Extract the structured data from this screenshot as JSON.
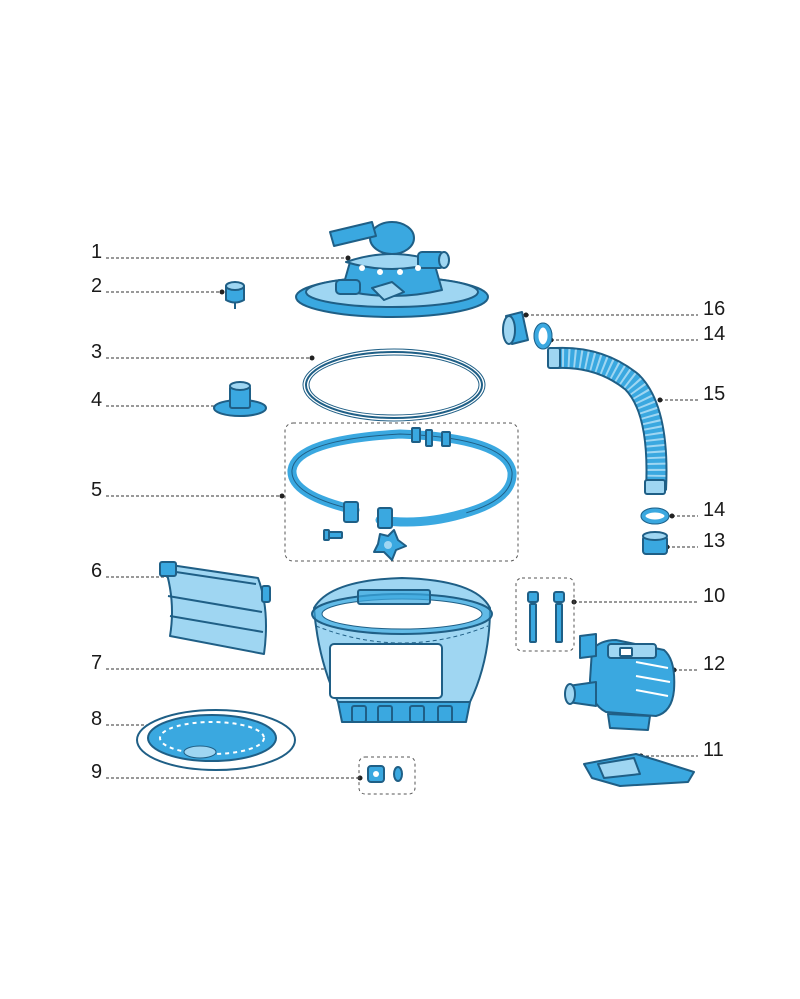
{
  "colors": {
    "part_fill": "#3aa8e0",
    "part_light": "#9fd6f2",
    "part_outline": "#1f5f86",
    "label_text": "#1a1a1a",
    "background": "#ffffff"
  },
  "labels": {
    "p1": "1",
    "p2": "2",
    "p3": "3",
    "p4": "4",
    "p5": "5",
    "p6": "6",
    "p7": "7",
    "p8": "8",
    "p9": "9",
    "p10": "10",
    "p11": "11",
    "p12": "12",
    "p13": "13",
    "p14a": "14",
    "p14b": "14",
    "p15": "15",
    "p16": "16"
  }
}
